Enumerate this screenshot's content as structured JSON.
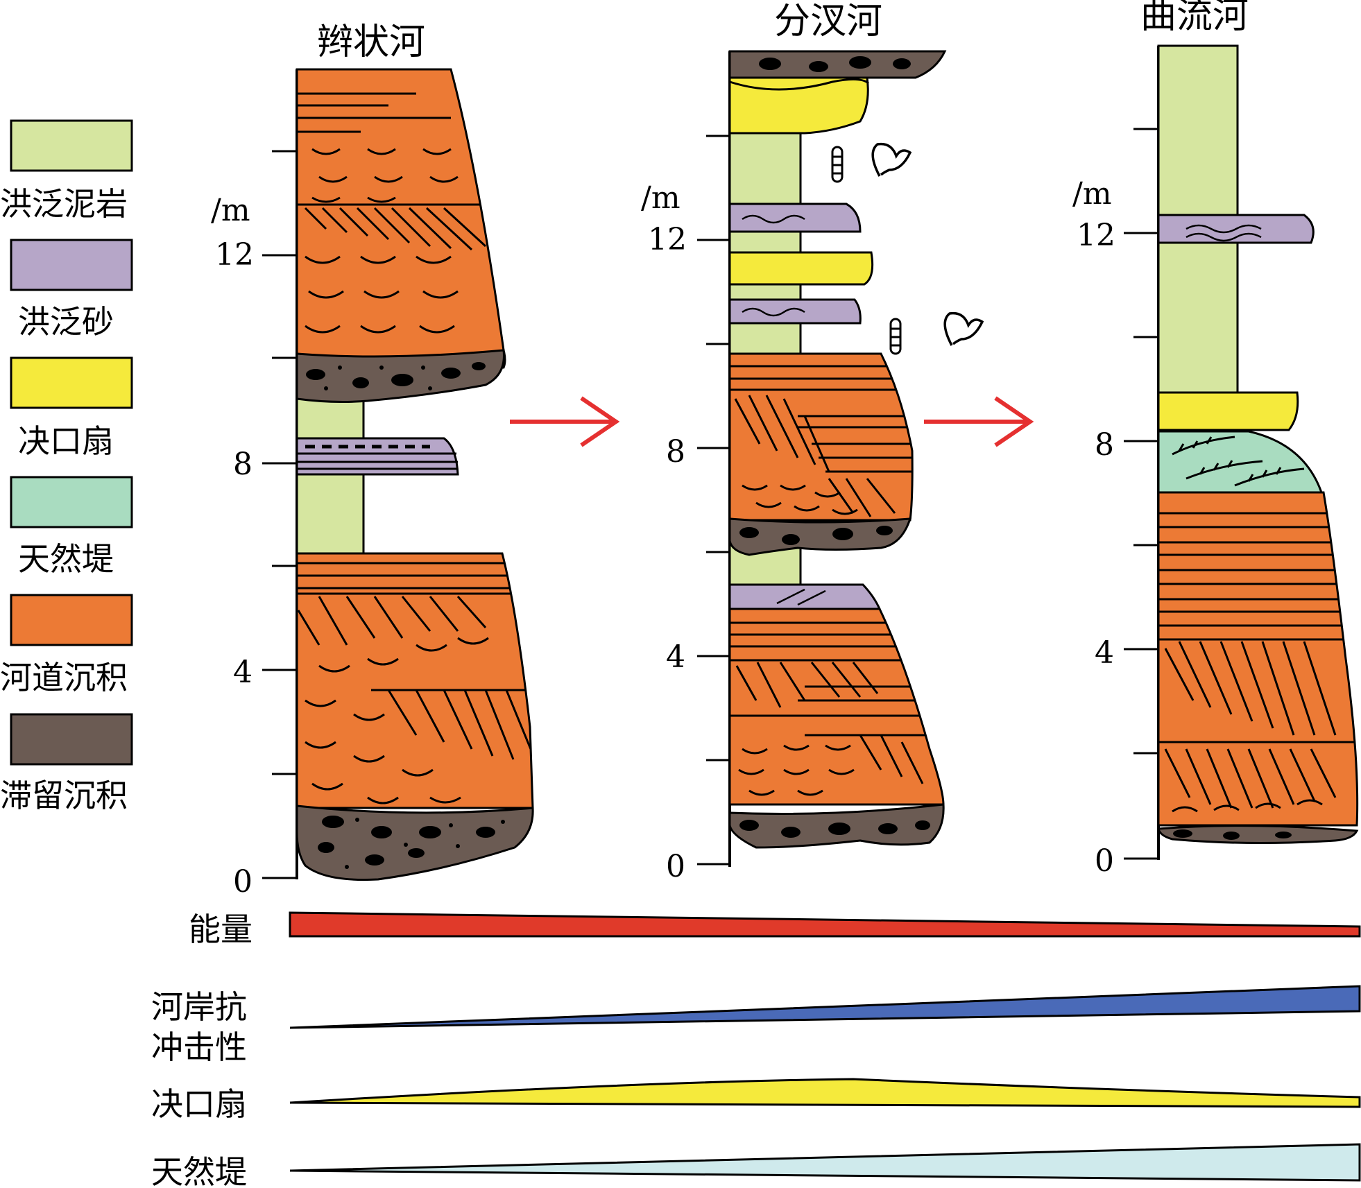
{
  "legend": [
    {
      "key": "flood_mud",
      "label": "洪泛泥岩",
      "color": "#d6e6a0"
    },
    {
      "key": "flood_sand",
      "label": "洪泛砂",
      "color": "#b6a6c8"
    },
    {
      "key": "splay",
      "label": "决口扇",
      "color": "#f5ea3c"
    },
    {
      "key": "levee",
      "label": "天然堤",
      "color": "#a9dcc0"
    },
    {
      "key": "channel",
      "label": "河道沉积",
      "color": "#ec7a35"
    },
    {
      "key": "lag",
      "label": "滞留沉积",
      "color": "#6b5b53"
    }
  ],
  "columns": [
    {
      "title": "辫状河",
      "unit": "/m",
      "ticks": [
        "0",
        "4",
        "8",
        "12"
      ]
    },
    {
      "title": "分汊河",
      "unit": "/m",
      "ticks": [
        "0",
        "4",
        "8",
        "12"
      ]
    },
    {
      "title": "曲流河",
      "unit": "/m",
      "ticks": [
        "0",
        "4",
        "8",
        "12"
      ]
    }
  ],
  "trends": [
    {
      "label": "能量",
      "color": "#e03a2a"
    },
    {
      "label": "河岸抗\n冲击性",
      "color": "#4a6ab8"
    },
    {
      "label": "决口扇",
      "color": "#f5ea3c"
    },
    {
      "label": "天然堤",
      "color": "#cfeaec"
    }
  ],
  "arrow_color": "#e53030"
}
